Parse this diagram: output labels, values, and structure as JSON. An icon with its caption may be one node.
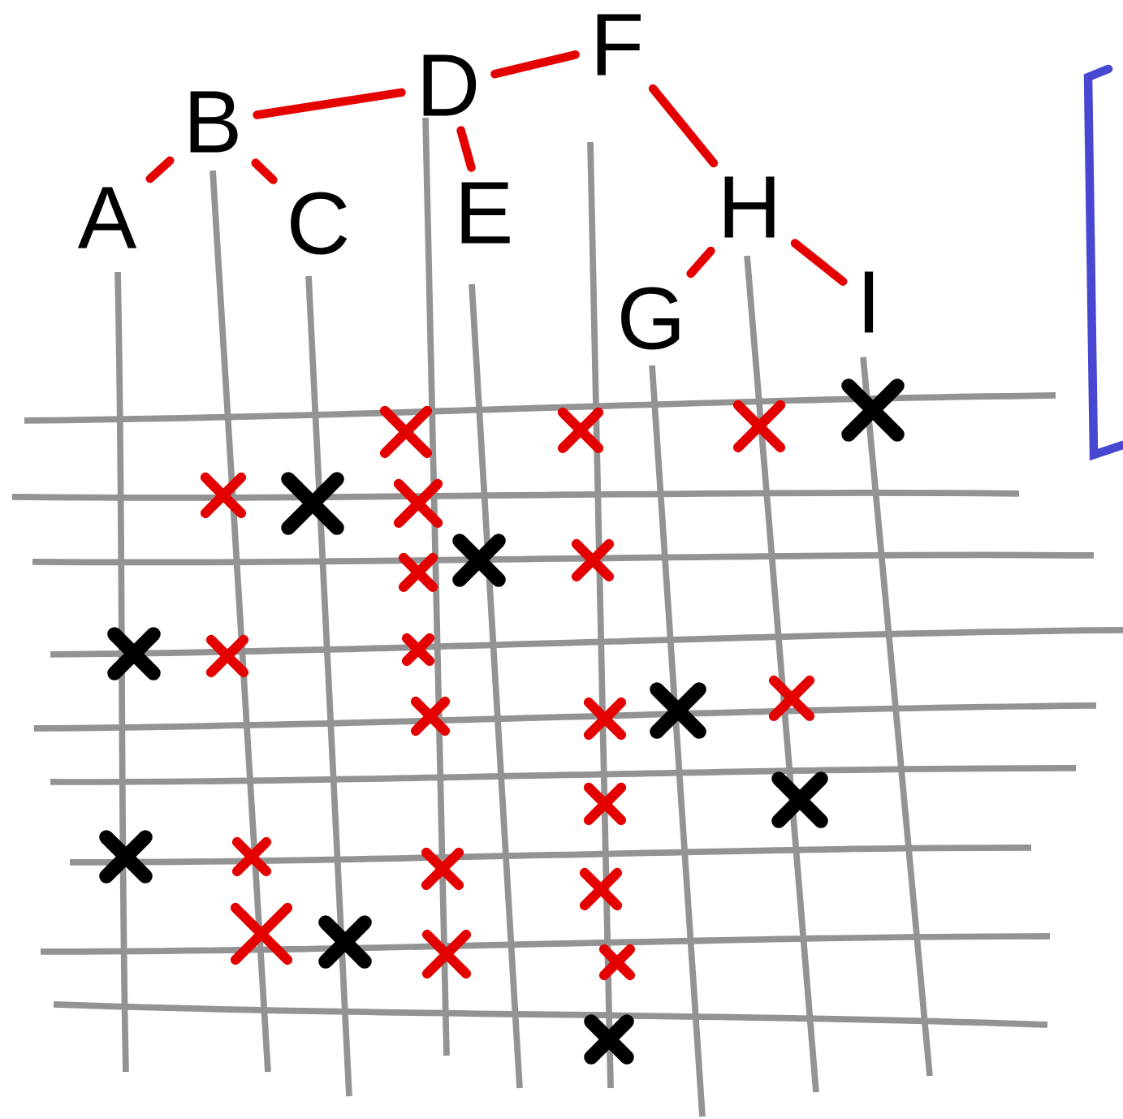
{
  "diagram": {
    "nodes": [
      {
        "text": [
          "F"
        ]
      },
      {
        "text": [
          "D"
        ]
      },
      {
        "text": [
          "B"
        ]
      },
      {
        "text": [
          "A"
        ]
      },
      {
        "text": [
          "C"
        ]
      },
      {
        "text": [
          "E"
        ]
      },
      {
        "text": [
          "H"
        ]
      },
      {
        "text": [
          "G"
        ]
      },
      {
        "text": [
          "I"
        ]
      }
    ],
    "edges": [
      {
        "from": 1,
        "to": 0,
        "arrow": "none"
      },
      {
        "from": 2,
        "to": 1,
        "arrow": "none"
      },
      {
        "from": 3,
        "to": 2,
        "arrow": "none"
      },
      {
        "from": 2,
        "to": 4,
        "arrow": "none"
      },
      {
        "from": 1,
        "to": 5,
        "arrow": "none"
      },
      {
        "from": 0,
        "to": 6,
        "arrow": "none"
      },
      {
        "from": 7,
        "to": 6,
        "arrow": "none"
      },
      {
        "from": 6,
        "to": 8,
        "arrow": "none"
      }
    ]
  }
}
